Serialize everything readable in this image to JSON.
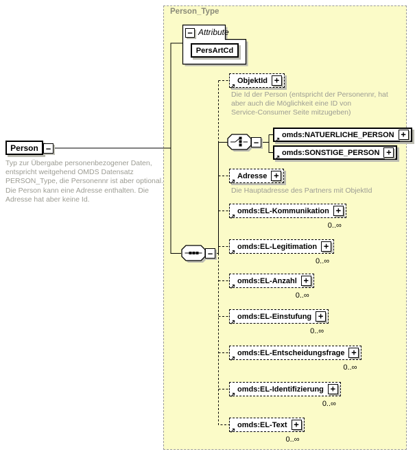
{
  "colors": {
    "container_fill": "#FBFBC8",
    "container_border": "#9a9a9a",
    "shadow": "#bcbcb2",
    "doc_text": "#9c9c93",
    "container_title": "#8a8a78"
  },
  "person": {
    "name": "Person",
    "doc": "Typ zur Übergabe personenbezogener Daten,\nentspricht weitgehend OMDS Datensatz\nPERSON_Type, die Personennr ist aber optional.\nDie Person kann eine Adresse enthalten. Die\nAdresse hat aber keine Id."
  },
  "container": {
    "title": "Person_Type"
  },
  "attribute_section": {
    "label": "Attribute",
    "attribute_name": "PersArtCd"
  },
  "elements": {
    "objektid": {
      "name": "ObjektId",
      "doc": "Die Id der Person (entspricht der Personennr, hat\naber auch die Möglichkeit eine ID von\nService-Consumer Seite mitzugeben)"
    },
    "natuerliche_person": {
      "name": "omds:NATUERLICHE_PERSON"
    },
    "sonstige_person": {
      "name": "omds:SONSTIGE_PERSON"
    },
    "adresse": {
      "name": "Adresse",
      "doc": "Die Hauptadresse des Partners mit ObjektId"
    },
    "el_kommunikation": {
      "name": "omds:EL-Kommunikation",
      "occurs": "0..∞"
    },
    "el_legitimation": {
      "name": "omds:EL-Legitimation",
      "occurs": "0..∞"
    },
    "el_anzahl": {
      "name": "omds:EL-Anzahl",
      "occurs": "0..∞"
    },
    "el_einstufung": {
      "name": "omds:EL-Einstufung",
      "occurs": "0..∞"
    },
    "el_entscheidungsfrage": {
      "name": "omds:EL-Entscheidungsfrage",
      "occurs": "0..∞"
    },
    "el_identifizierung": {
      "name": "omds:EL-Identifizierung",
      "occurs": "0..∞"
    },
    "el_text": {
      "name": "omds:EL-Text",
      "occurs": "0..∞"
    }
  }
}
